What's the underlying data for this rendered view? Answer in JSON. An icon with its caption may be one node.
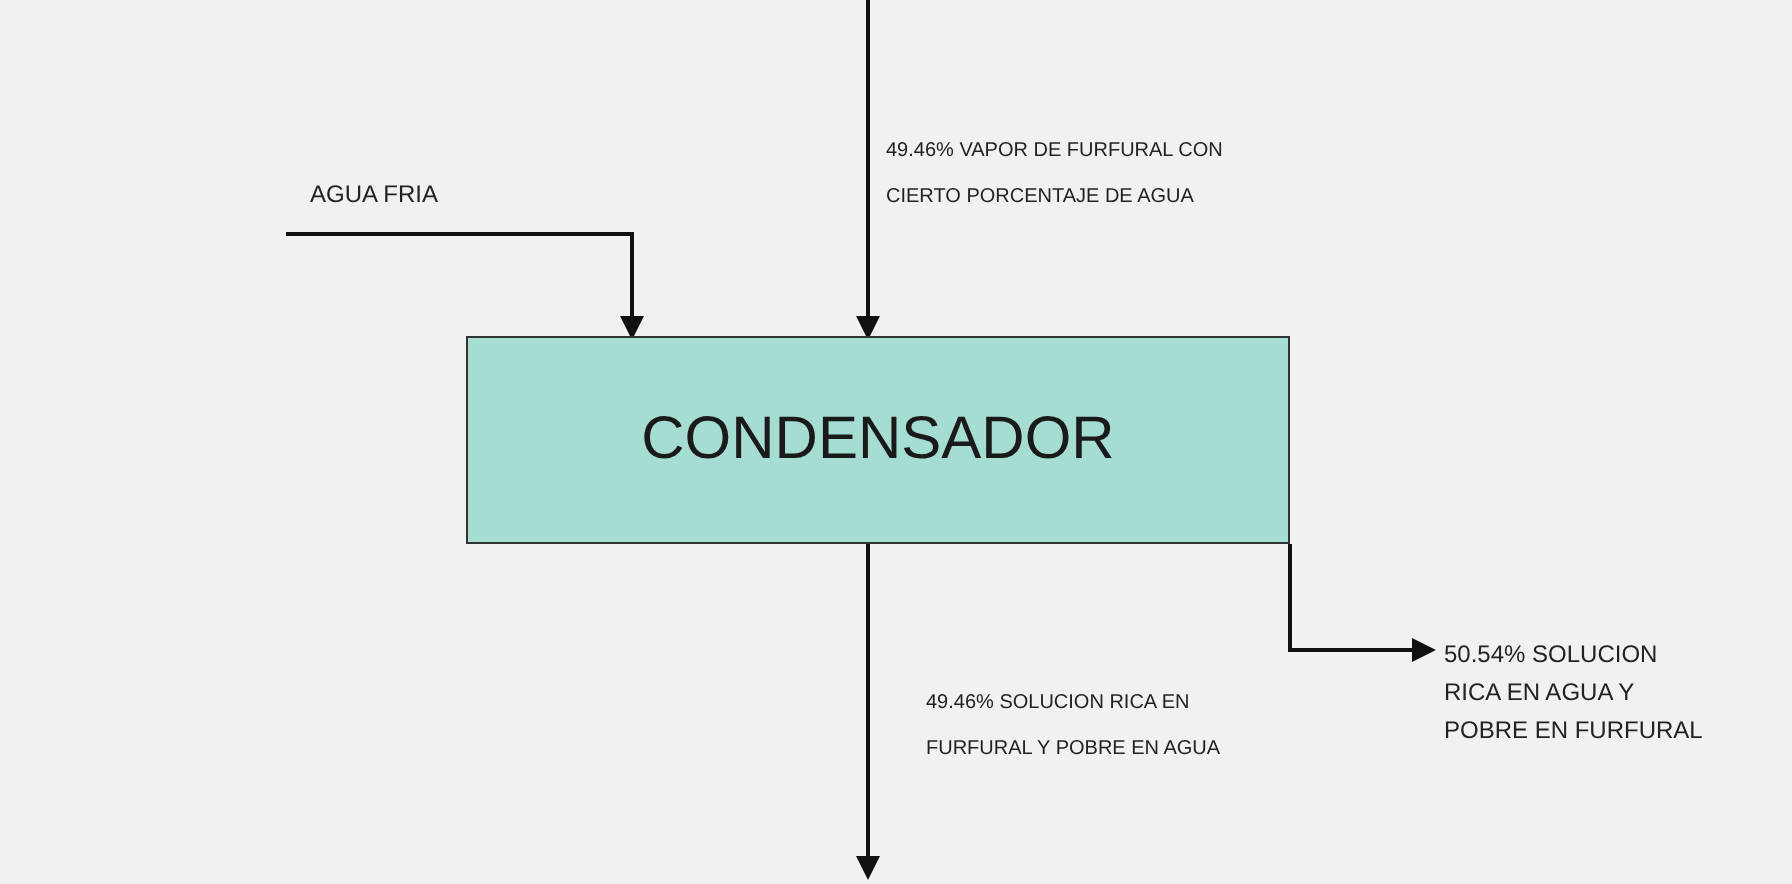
{
  "diagram": {
    "nodes": [
      {
        "text": [
          "CONDENSADOR"
        ]
      },
      {
        "text": [
          "50.54% SOLUCION RICA EN AGUA Y POBRE EN FURFURAL"
        ]
      }
    ],
    "edges": [
      {
        "from": null,
        "to": 0,
        "arrow": "to",
        "label": "AGUA FRIA"
      },
      {
        "from": null,
        "to": 0,
        "arrow": "to",
        "label": "49.46% VAPOR DE FURFURAL CON CIERTO PORCENTAJE DE AGUA"
      },
      {
        "from": 0,
        "to": null,
        "arrow": "to",
        "label": "49.46% SOLUCION RICA EN FURFURAL Y POBRE EN AGUA"
      },
      {
        "from": 0,
        "to": 1,
        "arrow": "to"
      }
    ]
  }
}
